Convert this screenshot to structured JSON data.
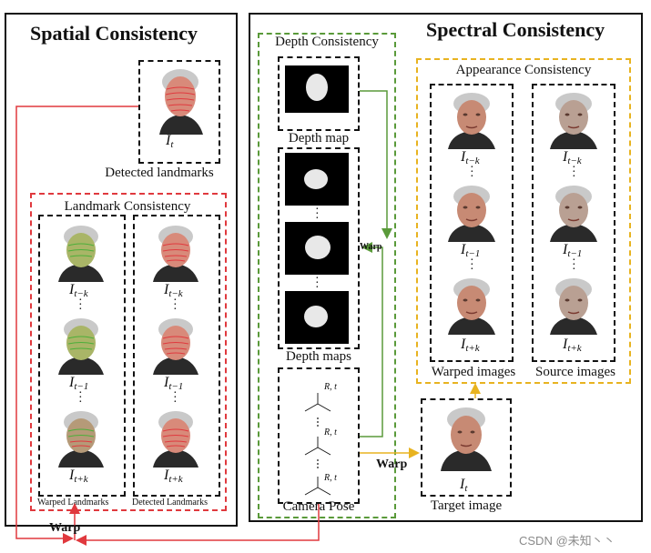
{
  "spatial": {
    "title": "Spatial Consistency",
    "detected_caption": "Detected landmarks",
    "landmark_title": "Landmark Consistency",
    "warped_caption": "Warped Landmarks",
    "detected_col_caption": "Detected Landmarks"
  },
  "spectral": {
    "title": "Spectral Consistency",
    "depth_title": "Depth Consistency",
    "depth_map_caption": "Depth map",
    "depth_maps_caption": "Depth maps",
    "camera_pose_caption": "Camera Pose",
    "pose_label": "R, t",
    "appearance_title": "Appearance Consistency",
    "warped_images_caption": "Warped images",
    "source_images_caption": "Source images",
    "target_caption": "Target image"
  },
  "frames": {
    "it": "I",
    "sub_t": "t",
    "sub_tmk": "t−k",
    "sub_tm1": "t−1",
    "sub_tpk": "t+k"
  },
  "arrows": {
    "warp_bottom": "Warp",
    "warp_depth": "Warp",
    "warp_target": "Warp"
  },
  "colors": {
    "red": "#e0393e",
    "green": "#5a9a3a",
    "yellow": "#e8b320",
    "black": "#111111"
  },
  "watermark": "CSDN @未知丶丶"
}
